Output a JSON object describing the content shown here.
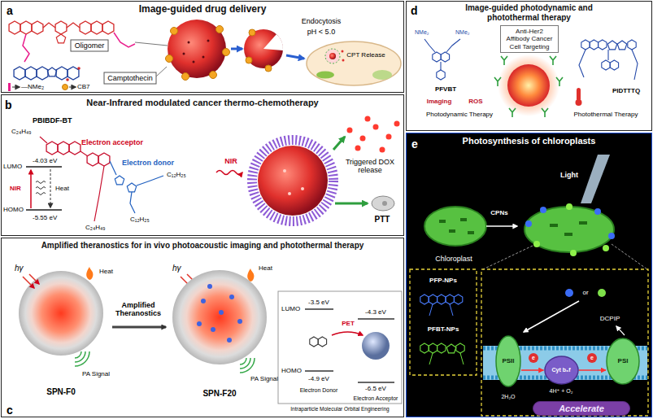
{
  "diagram": {
    "nodes": [
      {
        "text": [
          "Image-guided drug delivery"
        ]
      },
      {
        "text": [
          "Near-Infrared modulated cancer thermo-chemotherapy"
        ]
      },
      {
        "text": [
          "Amplified theranostics for in vivo photoacoustic imaging and photothermal therapy"
        ]
      },
      {
        "text": [
          "Image-guided photodynamic and photothermal therapy"
        ]
      },
      {
        "text": [
          "Photosynthesis of chloroplasts"
        ]
      },
      {
        "text": [
          "Anti-Her2 Affibody Cancer Cell Targeting"
        ],
        "in": 3
      },
      {
        "text": [
          "PSII"
        ],
        "in": 4
      },
      {
        "text": [
          "Cyt b₆f"
        ],
        "in": 4
      },
      {
        "text": [
          "PSI"
        ],
        "in": 4
      },
      {
        "text": [
          "Accelerate"
        ],
        "in": 4
      }
    ],
    "edges": [
      {
        "from": 6,
        "to": 7,
        "arrow": "to"
      },
      {
        "from": 7,
        "to": 8,
        "arrow": "to"
      }
    ],
    "labels": [
      "a",
      "Oligomer",
      "Camptothecin",
      "Endocytosis",
      "pH < 5.0",
      "CPT Release",
      "b",
      "PBIBDF-BT",
      "C₂₄H₄₉",
      "Electron acceptor",
      "LUMO",
      "-4.03 eV",
      "NIR",
      "Heat",
      "HOMO",
      "-5.55 eV",
      "Electron donor",
      "C₁₂H₂₅",
      "C₁₂H₂₅",
      "C₂₄H₄₉",
      "NIR",
      "Triggered DOX release",
      "PTT",
      "c",
      "hγ",
      "Heat",
      "PA Signal",
      "SPN-F0",
      "Amplified Theranostics",
      "hγ",
      "Heat",
      "PA Signal",
      "SPN-F20",
      "LUMO",
      "-3.5 eV",
      "-4.3 eV",
      "PET",
      "HOMO",
      "-4.9 eV",
      "-6.5 eV",
      "Electron Donor",
      "Electron Acceptor",
      "Intraparticle Molecular Orbital Engineering",
      "d",
      "NMe₂",
      "NMe₂",
      "PFVBT",
      "Imaging",
      "ROS",
      "Photodynamic Therapy",
      "Photothermal Therapy",
      "PIDTTTQ",
      "e",
      "Light",
      "CPNs",
      "Chloroplast",
      "PFP-NPs",
      "PFBT-NPs",
      "or",
      "DCPIP",
      "e",
      "e",
      "4H⁺ + O₂",
      "2H₂O"
    ],
    "legend": [
      {
        "text": "—NMe₂"
      },
      {
        "text": "CB7"
      }
    ]
  }
}
